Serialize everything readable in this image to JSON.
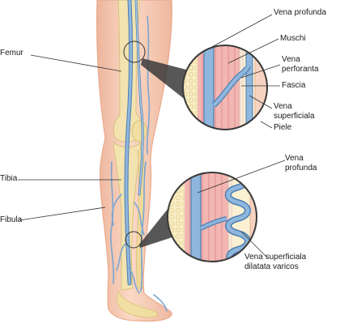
{
  "labels": {
    "femur": "Femur",
    "tibia": "Tibia",
    "fibula": "Fibula",
    "vena_profunda_top": "Vena profunda",
    "muschi": "Muschi",
    "vena_perforanta_1": "Vena",
    "vena_perforanta_2": "perforanta",
    "fascia": "Fascia",
    "vena_superficiala_1": "Vena",
    "vena_superficiala_2": "superficiala",
    "piele": "Piele",
    "vena_profunda_bottom_1": "Vena",
    "vena_profunda_bottom_2": "profunda",
    "varicos_1": "Vena superficiala",
    "varicos_2": "dilatata varicos"
  },
  "colors": {
    "skin": "#f6cdb6",
    "skin_edge": "#e8a98c",
    "bone": "#f3e3b0",
    "bone_edge": "#d9c27e",
    "vein": "#8fb6dc",
    "vein_edge": "#4e7fb2",
    "muscle": "#e98f8f",
    "muscle_light": "#f4c2c0",
    "fat": "#f8edc4",
    "leader": "#333333"
  }
}
